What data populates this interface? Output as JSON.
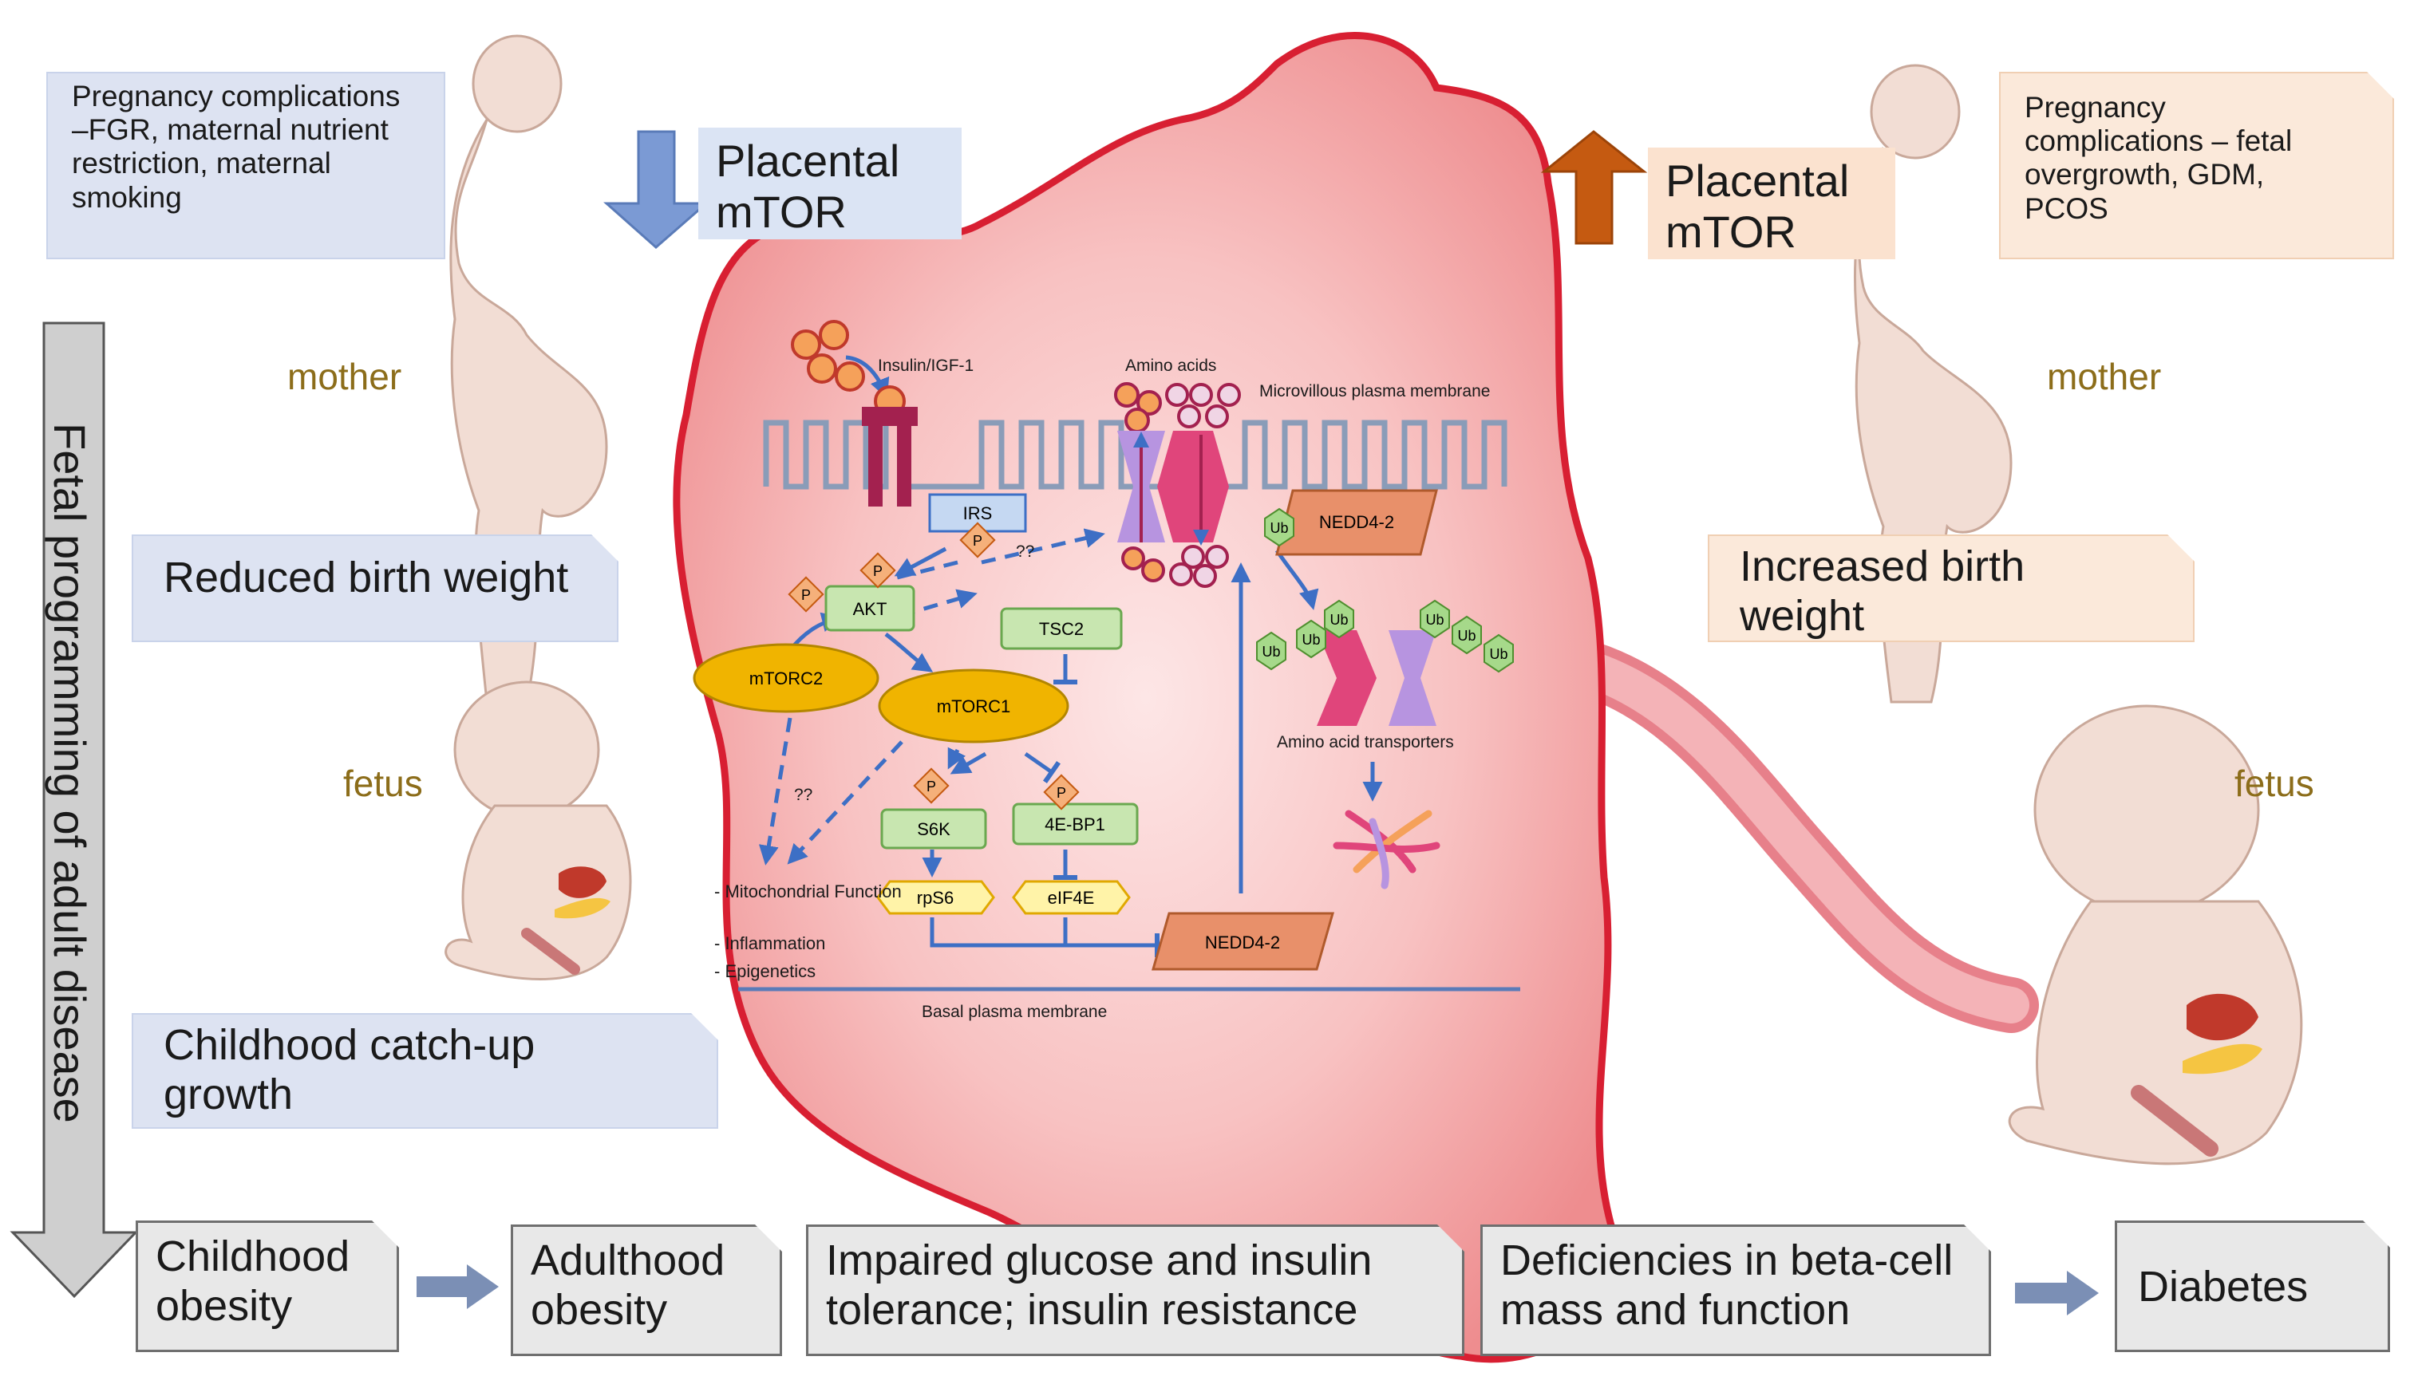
{
  "left": {
    "complications": "Pregnancy complications –FGR, maternal nutrient restriction, maternal smoking",
    "mtor_label": "Placental mTOR",
    "mother_label": "mother",
    "fetus_label": "fetus",
    "birth_weight": "Reduced birth weight",
    "catch_up": "Childhood catch-up growth"
  },
  "right": {
    "complications": "Pregnancy complications – fetal overgrowth, GDM, PCOS",
    "mtor_label": "Placental mTOR",
    "mother_label": "mother",
    "fetus_label": "fetus",
    "birth_weight": "Increased birth weight"
  },
  "vertical_axis": "Fetal programming of adult disease",
  "outcomes": [
    "Childhood obesity",
    "Adulthood obesity",
    "Impaired glucose and insulin tolerance; insulin resistance",
    "Deficiencies in beta-cell mass and function",
    "Diabetes"
  ],
  "pathway": {
    "insulin": "Insulin/IGF-1",
    "amino_acids": "Amino acids",
    "microvillous": "Microvillous plasma membrane",
    "basal": "Basal plasma membrane",
    "irs": "IRS",
    "akt": "AKT",
    "tsc2": "TSC2",
    "mtorc2": "mTORC2",
    "mtorc1": "mTORC1",
    "s6k": "S6K",
    "bp1": "4E-BP1",
    "rps6": "rpS6",
    "eif4e": "eIF4E",
    "nedd_top": "NEDD4-2",
    "nedd_bottom": "NEDD4-2",
    "transporters": "Amino acid transporters",
    "p": "P",
    "ub": "Ub",
    "unknown": "??",
    "effects": [
      "- Mitochondrial Function",
      "- Inflammation",
      "- Epigenetics"
    ]
  },
  "colors": {
    "placenta_fill": "#f7b3b3",
    "placenta_edge": "#d81f32",
    "down_arrow": "#7b9ad4",
    "up_arrow": "#c55a11",
    "mtorc": "#f0b400",
    "green_box": "#c8e6b0",
    "transporter_pink": "#e0457b",
    "transporter_purple": "#b794e0"
  }
}
